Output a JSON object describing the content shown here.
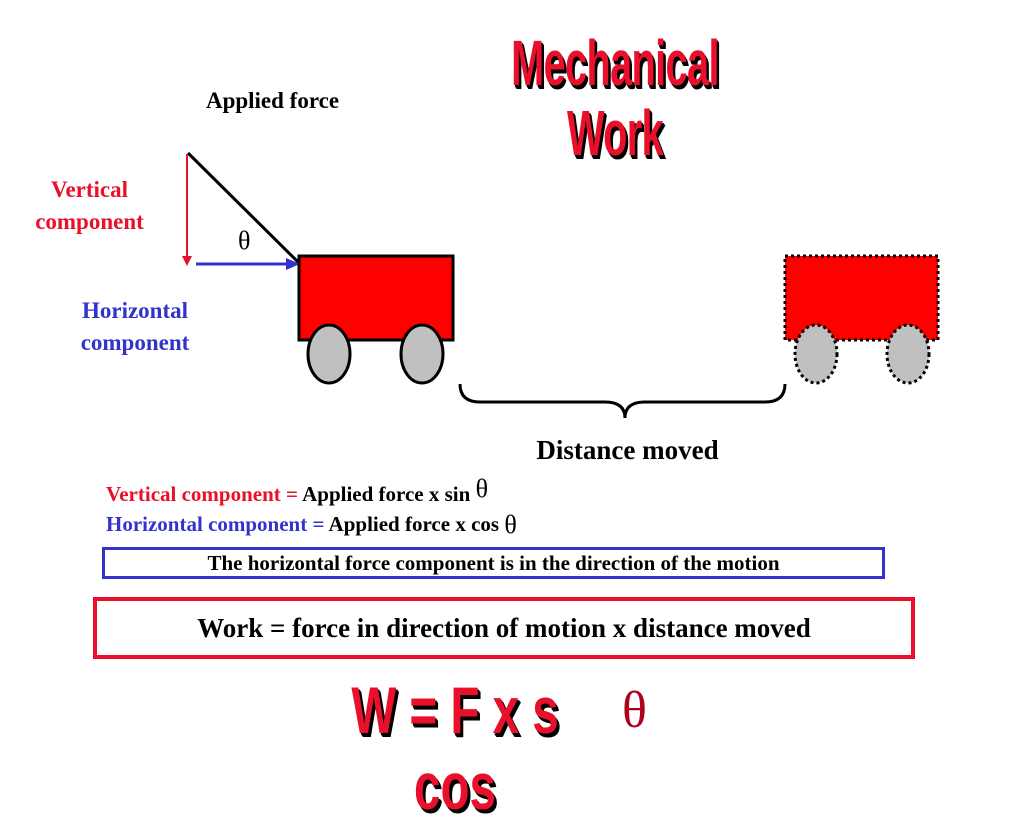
{
  "title": "Mechanical Work",
  "labels": {
    "applied_force": "Applied force",
    "vertical_component": "Vertical component",
    "horizontal_component": "Horizontal component",
    "theta": "θ",
    "distance_moved": "Distance moved"
  },
  "equations": {
    "vertical": {
      "label": "Vertical component =",
      "expr": "Applied force x sin",
      "symbol": "θ"
    },
    "horizontal": {
      "label": "Horizontal component =",
      "expr": "Applied force x cos",
      "symbol": "θ"
    }
  },
  "statement": "The horizontal force component is in the direction of the motion",
  "work_definition": "Work = force in direction of motion x distance moved",
  "formula": {
    "text": "W = F x s cos",
    "symbol": "θ"
  },
  "colors": {
    "red": "#e8102a",
    "blue": "#3333cc",
    "wheel": "#c0c0c0"
  }
}
